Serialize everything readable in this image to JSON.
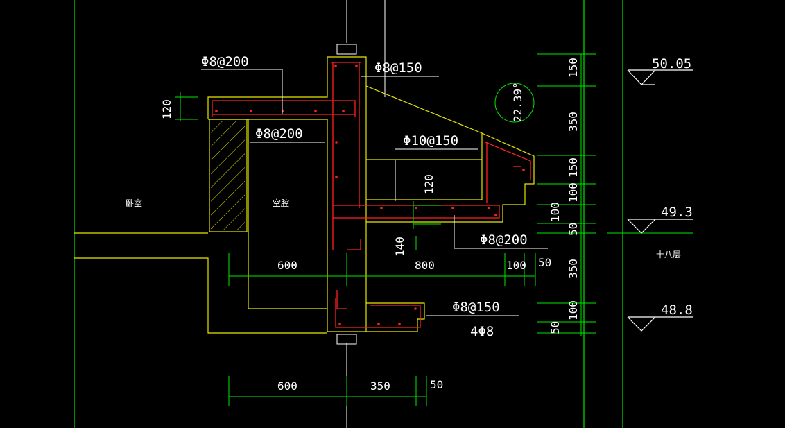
{
  "colors": {
    "background": "#000000",
    "concrete": "#e6e600",
    "rebar": "#ff2020",
    "dimension": "#00ff00",
    "text": "#ffffff"
  },
  "rebar_labels": {
    "slab_top": "Φ8@200",
    "column_top": "Φ8@150",
    "slab_under": "Φ8@200",
    "sloped_roof": "Φ10@150",
    "canopy_bottom": "Φ8@200",
    "lower_beam": "Φ8@150",
    "lower_beam_bars": "4Φ8"
  },
  "room_labels": {
    "bedroom": "卧室",
    "cavity": "空腔",
    "floor": "十八层"
  },
  "angle_label": "22.39°",
  "dimensions": {
    "slab_thickness": "120",
    "canopy_thickness": "120",
    "beam_depth": "140",
    "row1": [
      "600",
      "800",
      "100",
      "50"
    ],
    "row2": [
      "600",
      "350",
      "50"
    ],
    "right_column": [
      "150",
      "350",
      "150",
      "100",
      "100",
      "50",
      "350",
      "100",
      "50"
    ]
  },
  "levels": [
    "50.05",
    "49.3",
    "48.8"
  ]
}
